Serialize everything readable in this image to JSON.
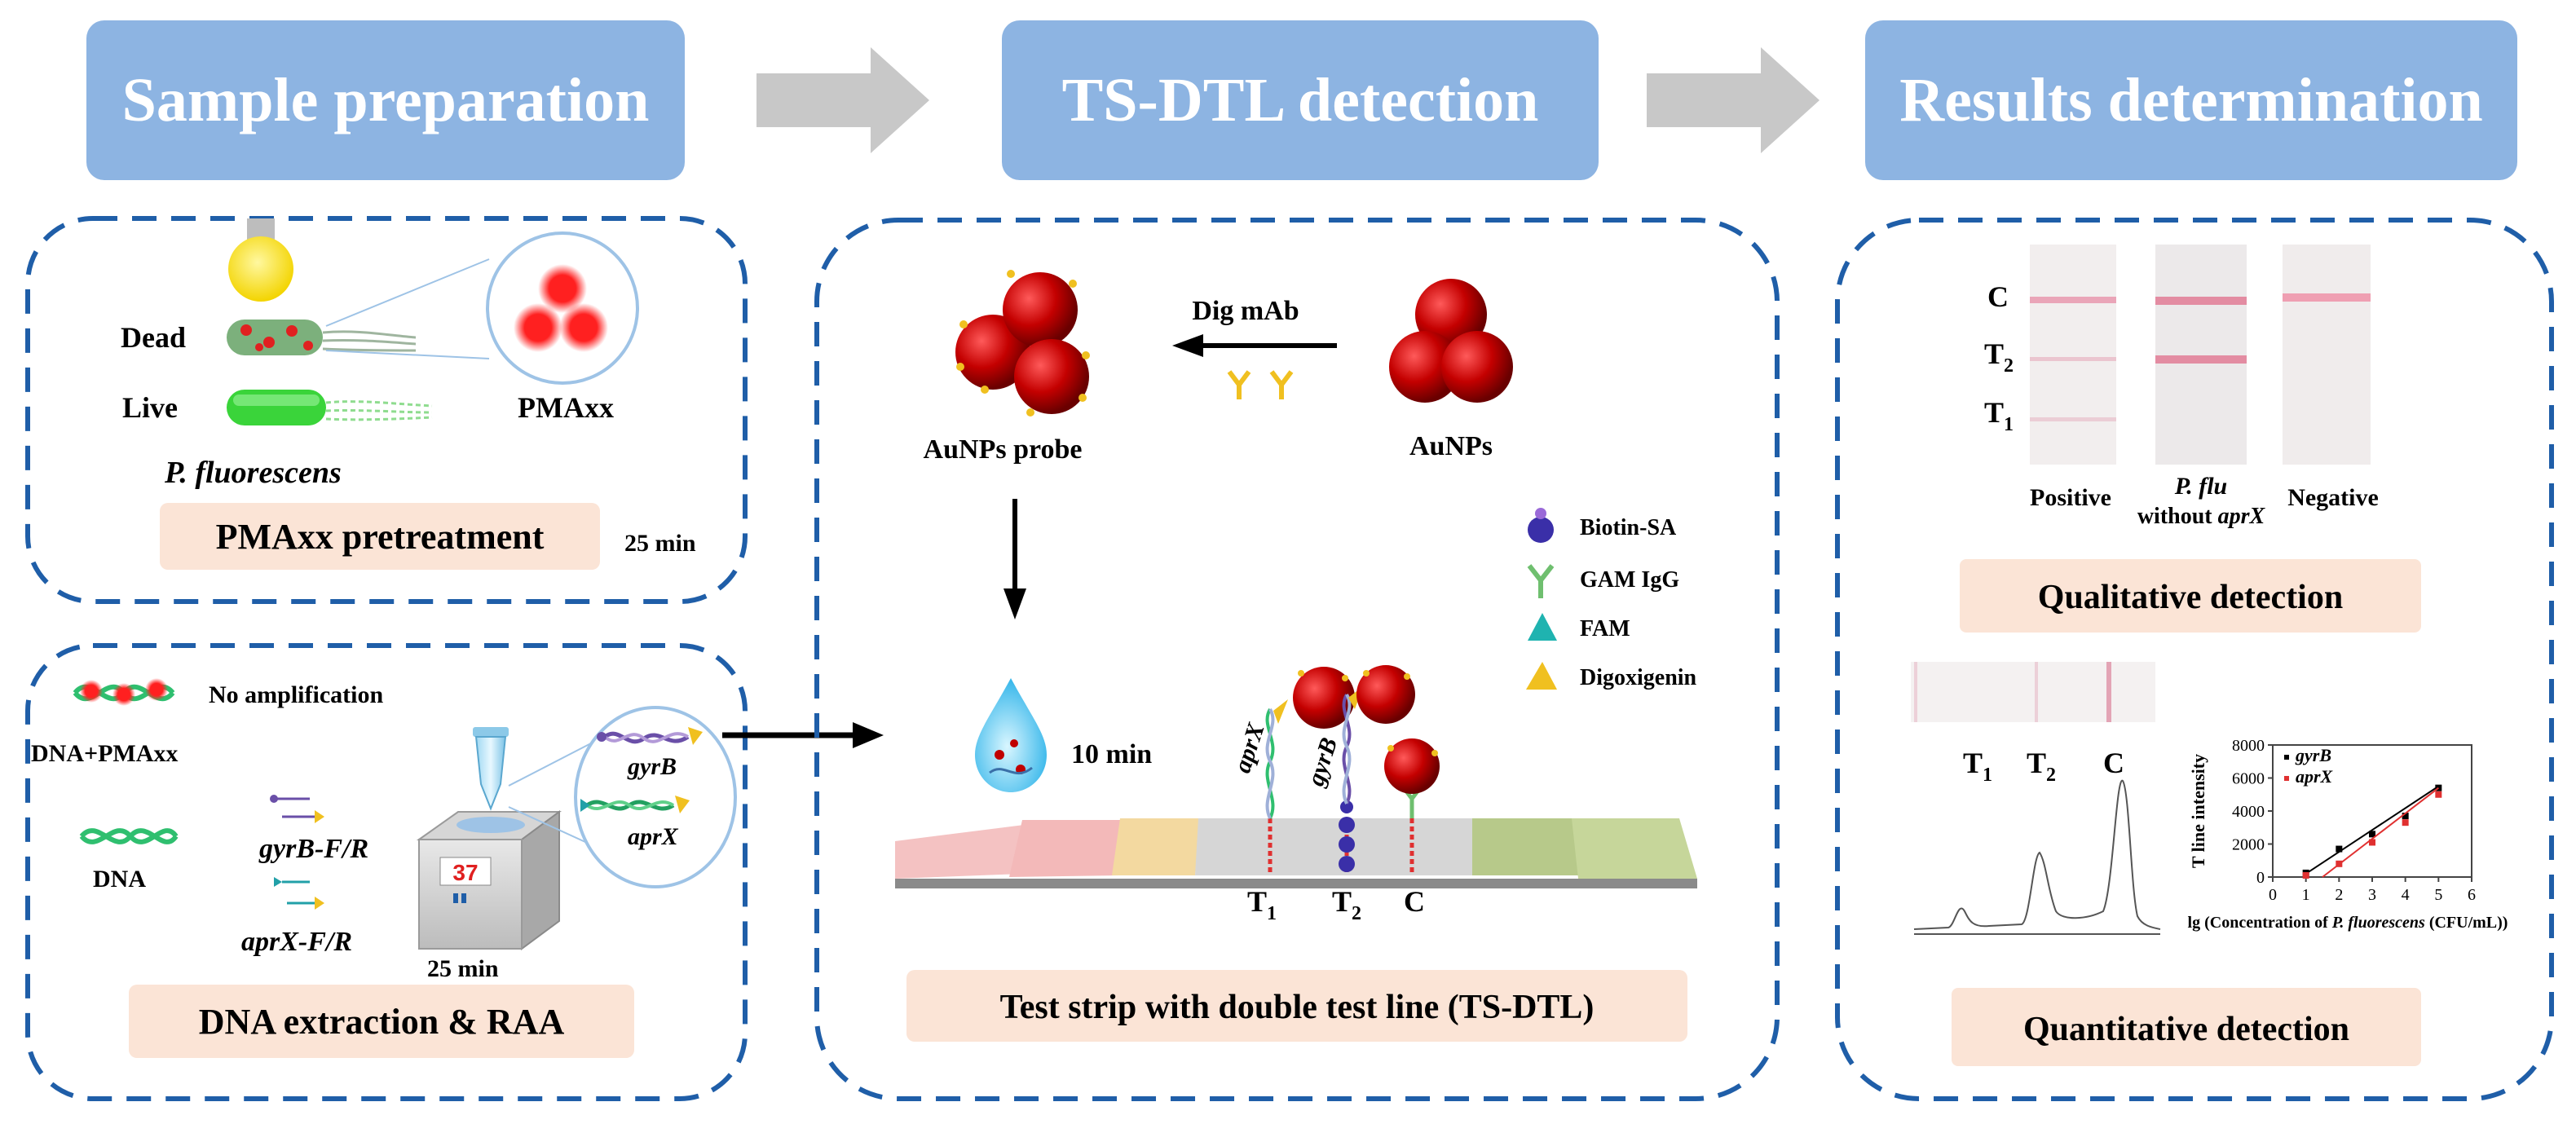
{
  "header": {
    "step1": "Sample preparation",
    "step2": "TS-DTL detection",
    "step3": "Results determination"
  },
  "pmaxx_panel": {
    "dead_label": "Dead",
    "live_label": "Live",
    "reagent_label": "PMAxx",
    "species_label": "P. fluorescens",
    "step_label": "PMAxx pretreatment",
    "time_label": "25 min"
  },
  "raa_panel": {
    "no_amp_label": "No amplification",
    "dna_pmaxx_label": "DNA+PMAxx",
    "dna_label": "DNA",
    "gyrb_primer_label": "gyrB-F/R",
    "aprx_primer_label": "aprX-F/R",
    "gyrb_label": "gyrB",
    "aprx_label": "aprX",
    "temperature": "37",
    "time_label": "25 min",
    "step_label": "DNA extraction & RAA"
  },
  "detection_panel": {
    "antibody_label": "Dig mAb",
    "probe_label": "AuNPs probe",
    "aunps_label": "AuNPs",
    "time_label": "10 min",
    "legend": [
      "Biotin-SA",
      "GAM IgG",
      "FAM",
      "Digoxigenin"
    ],
    "aprx_label": "aprX",
    "gyrb_label": "gyrB",
    "line_t1": "T",
    "line_t1_sub": "1",
    "line_t2": "T",
    "line_t2_sub": "2",
    "line_c": "C",
    "step_label": "Test strip with double test line (TS-DTL)"
  },
  "results_panel": {
    "strip_line_c": "C",
    "strip_line_t2": "T",
    "strip_line_t2_sub": "2",
    "strip_line_t1": "T",
    "strip_line_t1_sub": "1",
    "positive_label": "Positive",
    "pflu_label": "P. flu",
    "without_label": "without ",
    "without_gene": "aprX",
    "negative_label": "Negative",
    "qualitative_label": "Qualitative detection",
    "peak_t1": "T",
    "peak_t1_sub": "1",
    "peak_t2": "T",
    "peak_t2_sub": "2",
    "peak_c": "C",
    "quantitative_label": "Quantitative detection"
  },
  "chart_data": {
    "type": "scatter",
    "ylabel": "T line intensity",
    "xlabel_prefix": "lg (Concentration of ",
    "xlabel_species": "P. fluorescens",
    "xlabel_suffix": " (CFU/mL))",
    "x_ticks": [
      "0",
      "1",
      "2",
      "3",
      "4",
      "5",
      "6"
    ],
    "y_ticks": [
      "0",
      "2000",
      "4000",
      "6000",
      "8000"
    ],
    "xlim": [
      0,
      6
    ],
    "ylim": [
      0,
      8000
    ],
    "series": [
      {
        "name": "gyrB",
        "color": "#000000",
        "x": [
          1,
          2,
          3,
          4,
          5
        ],
        "y": [
          250,
          1700,
          2600,
          3700,
          5400
        ],
        "fit": [
          [
            1,
            200
          ],
          [
            5,
            5500
          ]
        ]
      },
      {
        "name": "aprX",
        "color": "#e03030",
        "x": [
          1,
          2,
          3,
          4,
          5
        ],
        "y": [
          100,
          800,
          2100,
          3300,
          5000
        ],
        "fit": [
          [
            1.5,
            0
          ],
          [
            5,
            5400
          ]
        ]
      }
    ]
  },
  "colors": {
    "header_bg": "#8db4e2",
    "panel_border": "#1f5ea8",
    "label_bg": "#fbe4d6",
    "arrow_gray": "#c8c8c8",
    "gold": "#c00000"
  }
}
